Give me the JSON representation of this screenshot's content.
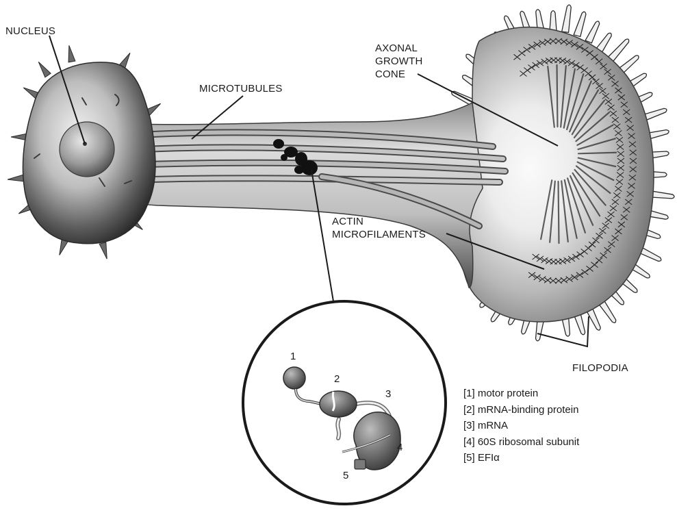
{
  "labels": {
    "nucleus": "NUCLEUS",
    "microtubules": "MICROTUBULES",
    "growth_cone": [
      "AXONAL",
      "GROWTH",
      "CONE"
    ],
    "actin": [
      "ACTIN",
      "MICROFILAMENTS"
    ],
    "filopodia": "FILOPODIA"
  },
  "inset": {
    "numbers": [
      "1",
      "2",
      "3",
      "4",
      "5"
    ]
  },
  "legend": [
    "[1] motor protein",
    "[2] mRNA-binding protein",
    "[3] mRNA",
    "[4] 60S ribosomal subunit",
    "[5] EFIα"
  ],
  "colors": {
    "ink": "#1a1a1a",
    "shade_dark": "#3a3a3a",
    "shade_mid": "#8a8a8a",
    "shade_light": "#d6d6d6",
    "background": "#ffffff"
  }
}
